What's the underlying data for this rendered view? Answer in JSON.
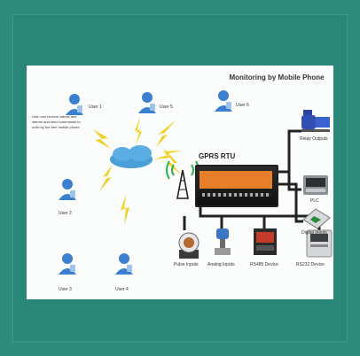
{
  "diagram": {
    "title": "Monitoring by Mobile Phone",
    "note": "User can receive values and alarms and send commands to units by the free mobile phone",
    "central_device_label": "GPRS RTU",
    "users": [
      {
        "id": "user1",
        "label": "User 1"
      },
      {
        "id": "user2",
        "label": "User 2"
      },
      {
        "id": "user3",
        "label": "User 3"
      },
      {
        "id": "user4",
        "label": "User 4"
      },
      {
        "id": "user5",
        "label": "User 5"
      },
      {
        "id": "user6",
        "label": "User 6"
      }
    ],
    "right_devices": [
      {
        "id": "relay",
        "label": "Relay Outputs"
      },
      {
        "id": "plc",
        "label": "PLC"
      },
      {
        "id": "digital",
        "label": "Digital Inputs"
      }
    ],
    "bottom_devices": [
      {
        "id": "pulse",
        "label": "Pulse Inputs"
      },
      {
        "id": "analog",
        "label": "Analog Inputs"
      },
      {
        "id": "rs485",
        "label": "RS485 Device"
      },
      {
        "id": "rs232",
        "label": "RS232 Device"
      }
    ],
    "colors": {
      "background": "#2e8c7b",
      "person": "#3a7fd0",
      "bolt": "#f0d020",
      "cloud": "#4a9fd8",
      "rtu_screen": "#e77e2a",
      "wires": "#222222"
    },
    "icons": [
      "user-icon",
      "cloud-icon",
      "lightning-bolt-icon",
      "antenna-icon",
      "pump-icon",
      "plc-icon",
      "meter-icon"
    ]
  }
}
